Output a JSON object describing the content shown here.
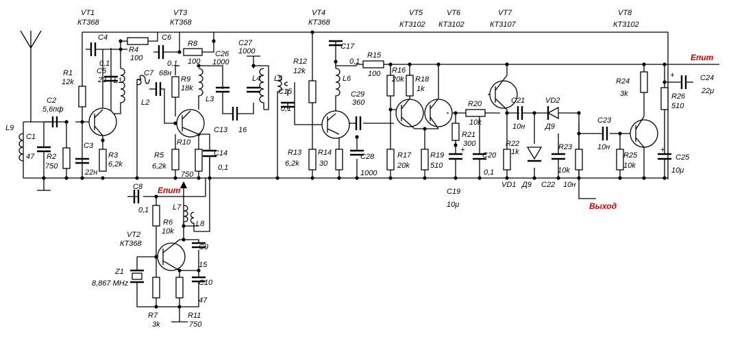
{
  "transistors": [
    {
      "ref": "VT1",
      "type": "КТ368"
    },
    {
      "ref": "VT3",
      "type": "КТ368"
    },
    {
      "ref": "VT4",
      "type": "КТ368"
    },
    {
      "ref": "VT5",
      "type": "КТ3102"
    },
    {
      "ref": "VT6",
      "type": "КТ3102"
    },
    {
      "ref": "VT7",
      "type": "КТ3107"
    },
    {
      "ref": "VT8",
      "type": "КТ3102"
    },
    {
      "ref": "VT2",
      "type": "КТ368"
    }
  ],
  "resistors": [
    {
      "ref": "R1",
      "value": "12k"
    },
    {
      "ref": "R2",
      "value": "750"
    },
    {
      "ref": "R3",
      "value": "6,2k"
    },
    {
      "ref": "R4",
      "value": "100"
    },
    {
      "ref": "R5",
      "value": "6,2k"
    },
    {
      "ref": "R6",
      "value": "10k"
    },
    {
      "ref": "R7",
      "value": "3k"
    },
    {
      "ref": "R8",
      "value": "100"
    },
    {
      "ref": "R9",
      "value": "18k"
    },
    {
      "ref": "R10",
      "value": "750"
    },
    {
      "ref": "R11",
      "value": "750"
    },
    {
      "ref": "R12",
      "value": "12k"
    },
    {
      "ref": "R13",
      "value": "6,2k"
    },
    {
      "ref": "R14",
      "value": "30"
    },
    {
      "ref": "R15",
      "value": "100"
    },
    {
      "ref": "R16",
      "value": "20k"
    },
    {
      "ref": "R17",
      "value": "20k"
    },
    {
      "ref": "R18",
      "value": "1k"
    },
    {
      "ref": "R19",
      "value": "510"
    },
    {
      "ref": "R20",
      "value": "10k"
    },
    {
      "ref": "R21",
      "value": "300"
    },
    {
      "ref": "R22",
      "value": "1k"
    },
    {
      "ref": "R23",
      "value": "10k"
    },
    {
      "ref": "R24",
      "value": "3k"
    },
    {
      "ref": "R25",
      "value": "10k"
    },
    {
      "ref": "R26",
      "value": "510"
    }
  ],
  "capacitors": [
    {
      "ref": "C1",
      "value": "47"
    },
    {
      "ref": "C2",
      "value": "5,6пф"
    },
    {
      "ref": "C3",
      "value": "22н"
    },
    {
      "ref": "C4",
      "value": "0,1"
    },
    {
      "ref": "C5",
      "value": "22"
    },
    {
      "ref": "C6",
      "value": "0,1"
    },
    {
      "ref": "C7",
      "value": "68н"
    },
    {
      "ref": "C8",
      "value": "0,1"
    },
    {
      "ref": "C9",
      "value": "15"
    },
    {
      "ref": "C10",
      "value": "47"
    },
    {
      "ref": "C13",
      "value": "16"
    },
    {
      "ref": "C14",
      "value": "0,1"
    },
    {
      "ref": "C15",
      "value": "0,1"
    },
    {
      "ref": "C17",
      "value": "0,1"
    },
    {
      "ref": "C19",
      "value": "10μ"
    },
    {
      "ref": "C20",
      "value": "0,1"
    },
    {
      "ref": "C21",
      "value": "10н"
    },
    {
      "ref": "C22",
      "value": "10н"
    },
    {
      "ref": "C23",
      "value": "10н"
    },
    {
      "ref": "C24",
      "value": "22μ"
    },
    {
      "ref": "C25",
      "value": "10μ"
    },
    {
      "ref": "C26",
      "value": "1000"
    },
    {
      "ref": "C27",
      "value": "1000"
    },
    {
      "ref": "C28",
      "value": "1000"
    },
    {
      "ref": "C29",
      "value": "360"
    }
  ],
  "inductors": [
    "L1",
    "L2",
    "L3",
    "L4",
    "L5",
    "L6",
    "L7",
    "L8",
    "L9"
  ],
  "diodes": [
    {
      "ref": "VD1",
      "type": "Д9"
    },
    {
      "ref": "VD2",
      "type": "Д9"
    }
  ],
  "crystal": {
    "ref": "Z1",
    "freq": "8,867 MHz"
  },
  "supply_label": "Eпит",
  "output_label": "Выход",
  "polarity_mark": "+",
  "colors": {
    "wire": "#000000",
    "accent": "#cc0000"
  }
}
